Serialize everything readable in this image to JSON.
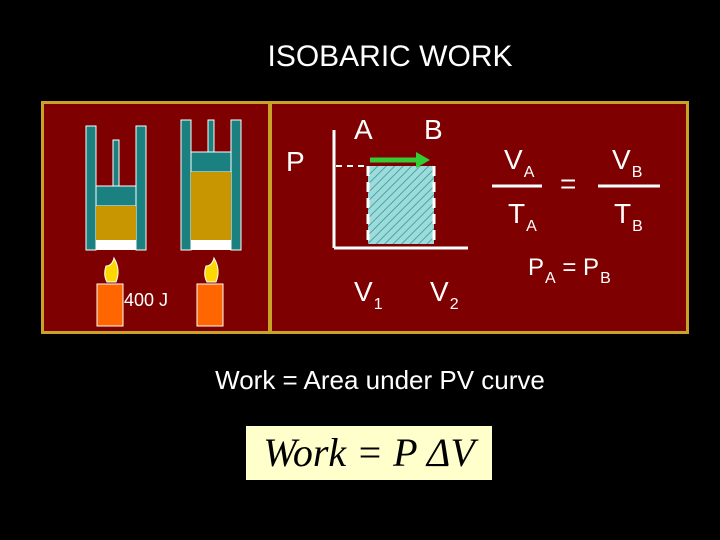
{
  "title": "ISOBARIC WORK",
  "heat_label": "400 J",
  "graph": {
    "p_axis": "P",
    "point_a": "A",
    "point_b": "B",
    "v1": "V",
    "v1_sub": "1",
    "v2": "V",
    "v2_sub": "2"
  },
  "law": {
    "va": "V",
    "va_sub": "A",
    "ta": "T",
    "ta_sub": "A",
    "vb": "V",
    "vb_sub": "B",
    "tb": "T",
    "tb_sub": "B",
    "equals": "=",
    "pa": "P",
    "pa_sub": "A",
    "pb": "P",
    "pb_sub": "B",
    "p_equals": "="
  },
  "caption": "Work = Area under PV curve",
  "formula": "Work = P ΔV",
  "colors": {
    "background": "#000000",
    "panel": "#7f0000",
    "border": "#c9a227",
    "cylinder": "#1a8080",
    "gas_hot": "#c89600",
    "arrow": "#33cc33",
    "flame": "#ffd700",
    "candle": "#ff6600",
    "area": "#9edcdc"
  }
}
